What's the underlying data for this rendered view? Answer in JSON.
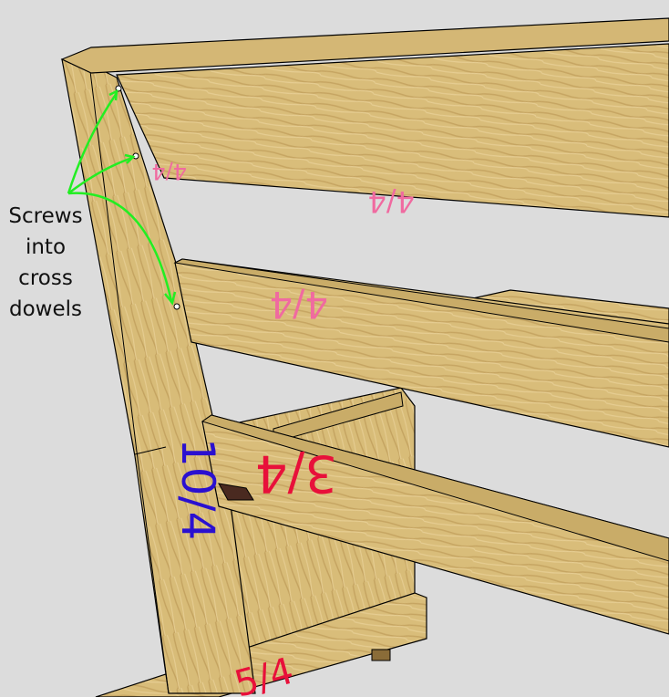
{
  "annotation": {
    "text_lines": [
      "Screws",
      "into",
      "cross",
      "dowels"
    ],
    "arrow_color": "#22ee22"
  },
  "part_labels": {
    "top_rail_left": "4/4",
    "top_rail_right": "4/4",
    "middle_slat": "4/4",
    "leg": "10/4",
    "side_panel": "3/4",
    "base_rail": "5/4"
  },
  "colors": {
    "wood": "#d9bd7a",
    "wood_dark": "#b89a55",
    "background": "#dcdcdc",
    "label_pink": "#f06aa0",
    "label_blue": "#2a10d0",
    "label_red": "#e8103a"
  }
}
